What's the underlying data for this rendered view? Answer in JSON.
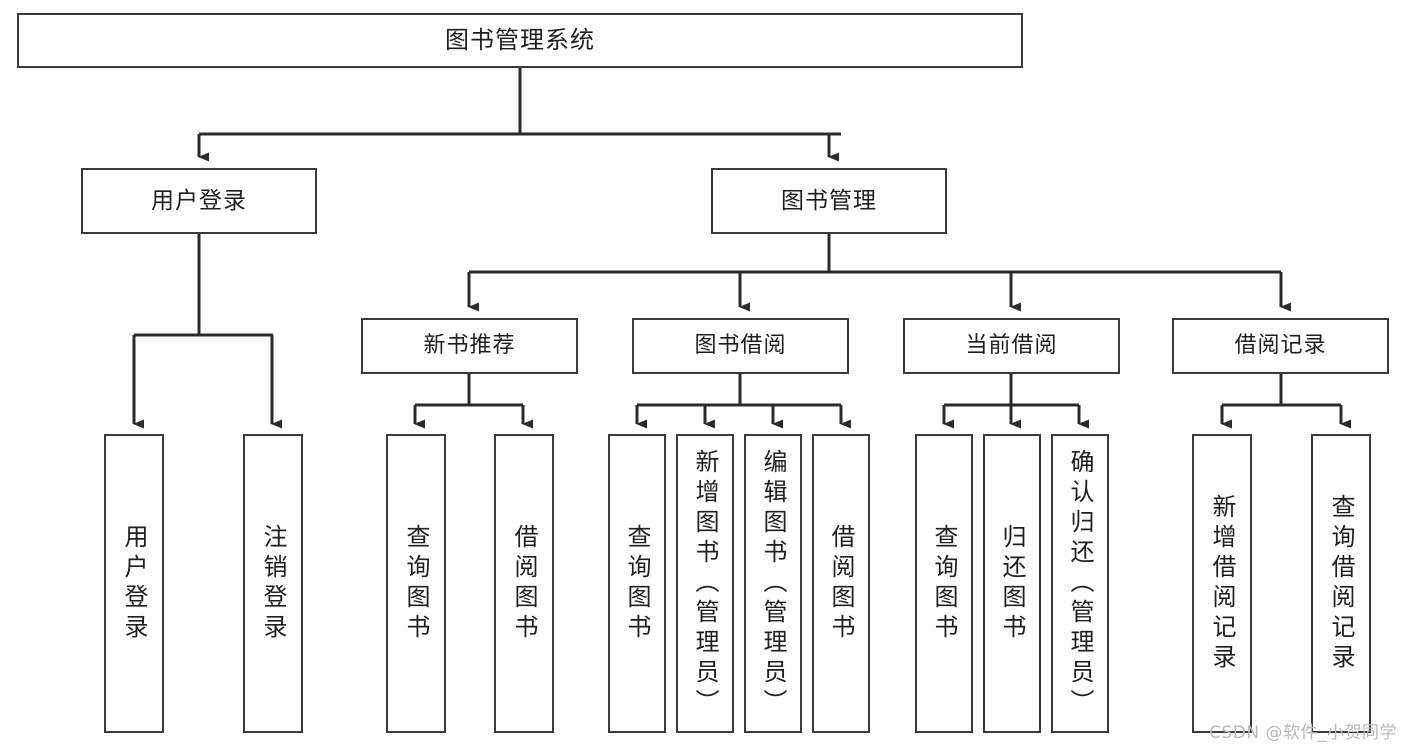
{
  "diagram": {
    "title": "图书管理系统",
    "type": "tree-hierarchy",
    "root": {
      "label": "图书管理系统"
    },
    "level2": [
      {
        "label": "用户登录"
      },
      {
        "label": "图书管理"
      }
    ],
    "level3": [
      {
        "label": "新书推荐"
      },
      {
        "label": "图书借阅"
      },
      {
        "label": "当前借阅"
      },
      {
        "label": "借阅记录"
      }
    ],
    "leaves": {
      "user_login": [
        {
          "label": "用户登录"
        },
        {
          "label": "注销登录"
        }
      ],
      "new_book_recommend": [
        {
          "label": "查询图书"
        },
        {
          "label": "借阅图书"
        }
      ],
      "book_borrow": [
        {
          "label": "查询图书"
        },
        {
          "label": "新增图书（管理员）"
        },
        {
          "label": "编辑图书（管理员）"
        },
        {
          "label": "借阅图书"
        }
      ],
      "current_borrow": [
        {
          "label": "查询图书"
        },
        {
          "label": "归还图书"
        },
        {
          "label": "确认归还（管理员）"
        }
      ],
      "borrow_record": [
        {
          "label": "新增借阅记录"
        },
        {
          "label": "查询借阅记录"
        }
      ]
    }
  },
  "watermark": {
    "text": "CSDN @软件_小贺同学"
  },
  "colors": {
    "border": "#3a3a3a",
    "edge": "#2b2b2b",
    "background": "#ffffff",
    "text": "#1f1f1f",
    "watermark": "#b9b9b9"
  }
}
